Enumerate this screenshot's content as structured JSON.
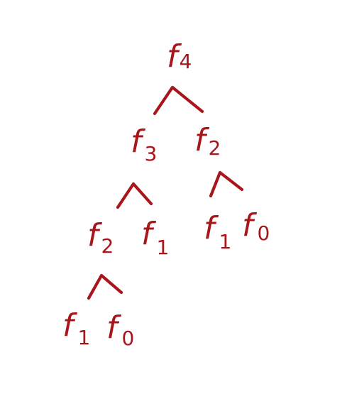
{
  "diagram": {
    "ink_color": "#a8161c",
    "background": "#ffffff",
    "nodes": [
      {
        "id": "f4-root",
        "base": "f",
        "sub": "4"
      },
      {
        "id": "f3-left",
        "base": "f",
        "sub": "3"
      },
      {
        "id": "f2-right",
        "base": "f",
        "sub": "2"
      },
      {
        "id": "f2-under-f3",
        "base": "f",
        "sub": "2"
      },
      {
        "id": "f1-under-f3",
        "base": "f",
        "sub": "1"
      },
      {
        "id": "f1-under-f2-right",
        "base": "f",
        "sub": "1"
      },
      {
        "id": "f0-under-f2-right",
        "base": "f",
        "sub": "0"
      },
      {
        "id": "f1-leaf",
        "base": "f",
        "sub": "1"
      },
      {
        "id": "f0-leaf",
        "base": "f",
        "sub": "0"
      }
    ]
  }
}
